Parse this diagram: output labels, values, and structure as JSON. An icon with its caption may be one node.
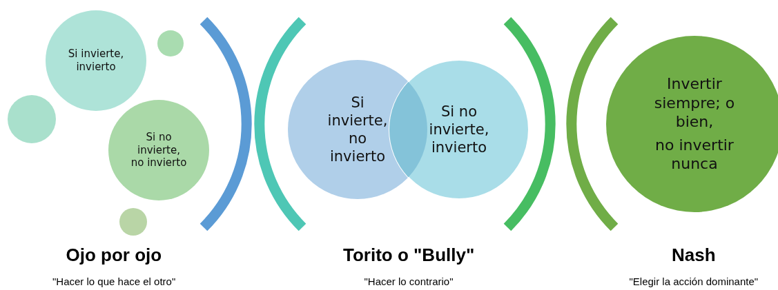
{
  "diagram": {
    "nodes": [
      {
        "text": [
          "Si invierte, invierto"
        ]
      },
      {
        "text": [],
        "shape": "circle"
      },
      {
        "text": [],
        "shape": "circle"
      },
      {
        "text": [
          "Si no invierte, no invierto"
        ]
      },
      {
        "text": [],
        "shape": "circle"
      },
      {
        "text": [
          "Si invierte, no invierto"
        ]
      },
      {
        "text": [
          "Si no invierte, invierto"
        ]
      },
      {
        "text": [
          "Invertir siempre; o bien,",
          "no invertir nunca"
        ]
      }
    ],
    "labels": [
      "Ojo por ojo",
      "\"Hacer lo que hace el otro\"",
      "Torito o \"Bully\"",
      "\"Hacer lo contrario\"",
      "Nash",
      "\"Elegir la acción dominante\""
    ]
  }
}
